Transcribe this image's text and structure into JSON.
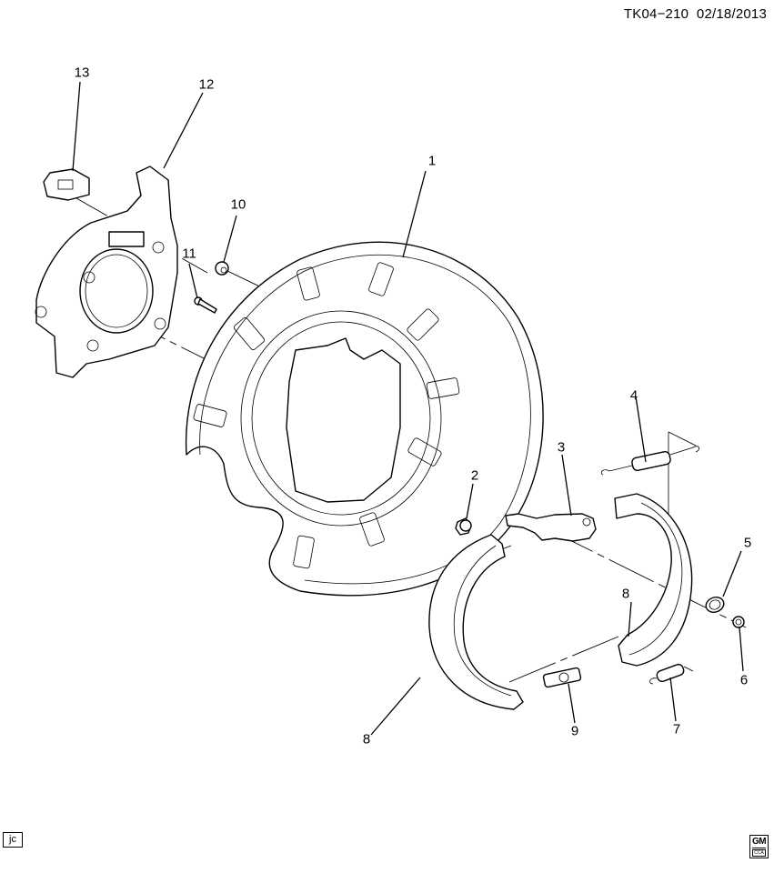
{
  "header": {
    "illustration_id": "TK04−210",
    "date": "02/18/2013"
  },
  "footer": {
    "author_initials": "jc",
    "logo": {
      "top": "GM",
      "bottom": "CCA"
    }
  },
  "callouts": [
    {
      "number": "1",
      "part": "backing-plate"
    },
    {
      "number": "2",
      "part": "bolt"
    },
    {
      "number": "3",
      "part": "actuator-lever"
    },
    {
      "number": "4",
      "part": "upper-return-spring"
    },
    {
      "number": "5",
      "part": "hold-down-spring"
    },
    {
      "number": "6",
      "part": "hold-down-retainer"
    },
    {
      "number": "7",
      "part": "lower-return-spring"
    },
    {
      "number": "8",
      "part": "brake-shoe-rear"
    },
    {
      "number": "8",
      "part": "brake-shoe-front"
    },
    {
      "number": "9",
      "part": "adjuster"
    },
    {
      "number": "10",
      "part": "grommet"
    },
    {
      "number": "11",
      "part": "pin"
    },
    {
      "number": "12",
      "part": "knuckle-bracket"
    },
    {
      "number": "13",
      "part": "sensor"
    }
  ]
}
